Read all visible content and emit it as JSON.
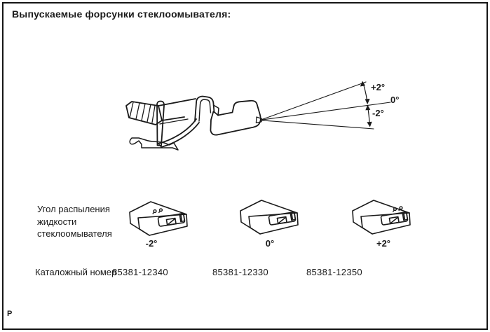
{
  "page": {
    "title": "Выпускаемые форсунки стеклоомывателя:",
    "corner_mark": "P"
  },
  "diagram": {
    "description": "windshield washer nozzle side view with spray direction fan",
    "callouts": {
      "plus": "+2°",
      "zero": "0°",
      "minus": "-2°"
    }
  },
  "variants_section": {
    "row_label_lines": [
      "Угол распыления",
      "жидкости",
      "стеклоомывателя"
    ],
    "catalog_row_label": "Каталожный номер",
    "variants": [
      {
        "angle": "-2°",
        "part_number": "85381-12340",
        "paint_marks": "two dots left of opening"
      },
      {
        "angle": "0°",
        "part_number": "85381-12330",
        "paint_marks": "none"
      },
      {
        "angle": "+2°",
        "part_number": "85381-12350",
        "paint_marks": "two dots right of opening"
      }
    ]
  },
  "colors": {
    "ink": "#1a1a1a",
    "background": "#ffffff",
    "border": "#151515"
  }
}
